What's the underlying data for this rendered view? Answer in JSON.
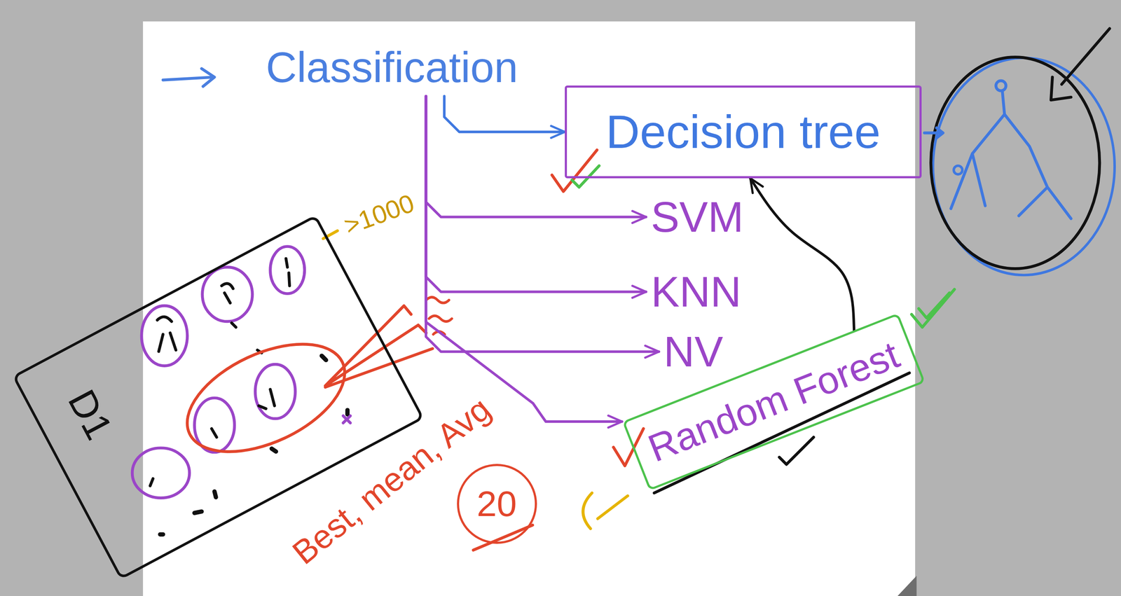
{
  "diagram": {
    "nodes": [
      {
        "text": [
          "Classification"
        ]
      },
      {
        "text": [
          "Decision tree"
        ]
      },
      {
        "text": [
          "SVM"
        ]
      },
      {
        "text": [
          "KNN"
        ]
      },
      {
        "text": [
          "NV"
        ]
      },
      {
        "text": [
          "Random Forest"
        ]
      },
      {
        "text": [
          "D1"
        ]
      },
      {
        "text": [
          "20"
        ]
      }
    ],
    "edges": [
      {
        "from": 0,
        "to": 1,
        "arrow": "to"
      },
      {
        "from": 0,
        "to": 2,
        "arrow": "to"
      },
      {
        "from": 0,
        "to": 3,
        "arrow": "to"
      },
      {
        "from": 0,
        "to": 4,
        "arrow": "to"
      },
      {
        "from": 0,
        "to": 5,
        "arrow": "to"
      },
      {
        "from": 5,
        "to": 1,
        "arrow": "to"
      }
    ],
    "labels": [
      ">1000",
      "Best, mean, Avg"
    ]
  }
}
